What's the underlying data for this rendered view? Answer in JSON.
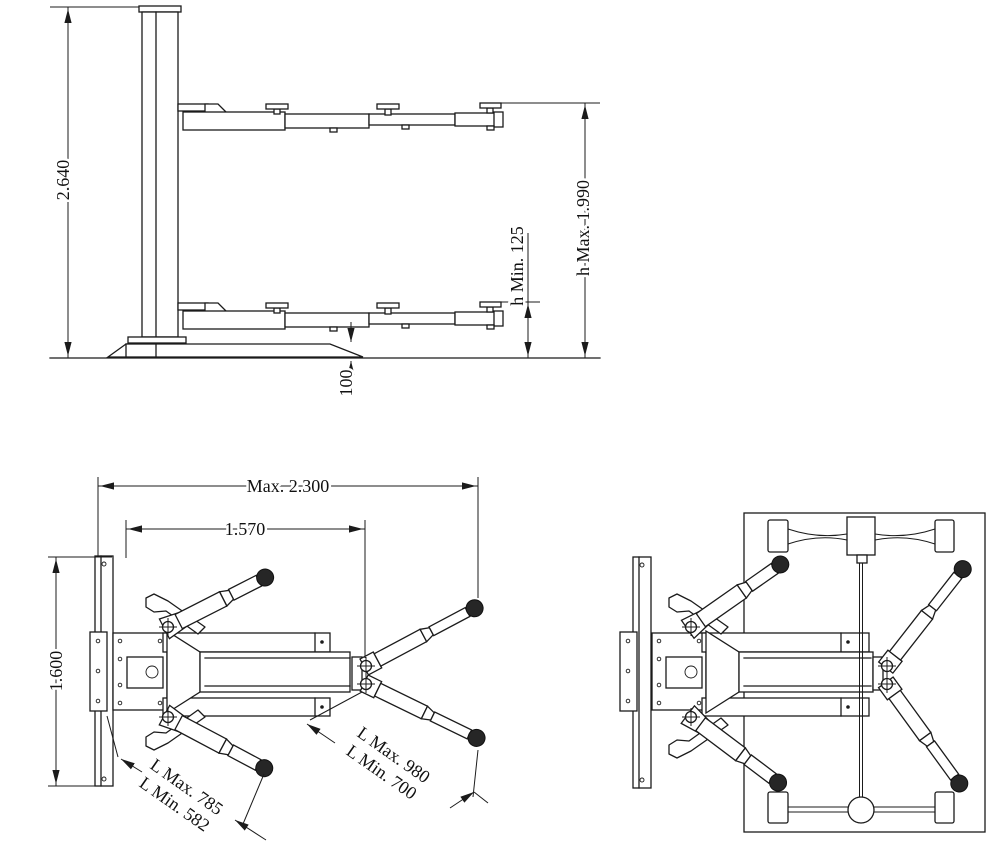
{
  "drawing": {
    "title": "single-post-lift-technical-drawing",
    "colors": {
      "line": "#1b1b1b",
      "background": "#ffffff",
      "pad_fill": "#262626"
    },
    "side_view": {
      "height_label": "2.640",
      "h_max_label": "h Max. 1.990",
      "h_min_label": "h Min. 125",
      "base_height_label": "100"
    },
    "plan_view": {
      "overall_label": "Max. 2.300",
      "reach_label": "1.570",
      "width_label": "1.600",
      "short_arm": {
        "max": "L Max. 785",
        "min": "L Min. 582"
      },
      "long_arm": {
        "max": "L Max. 980",
        "min": "L Min. 700"
      }
    }
  }
}
